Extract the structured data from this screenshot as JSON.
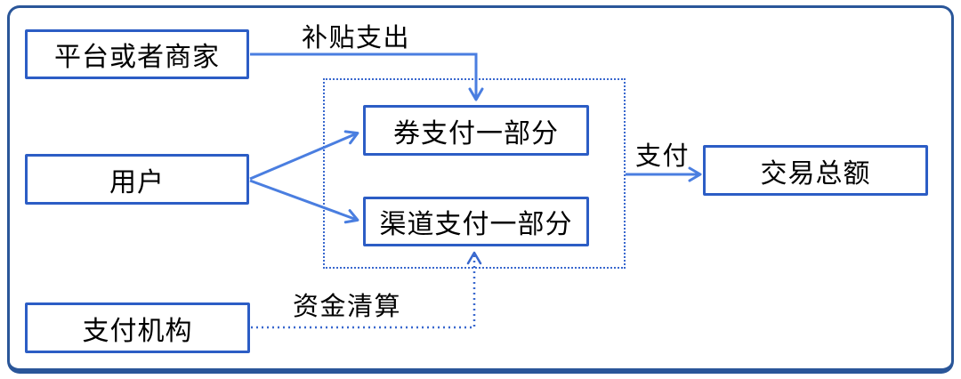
{
  "diagram": {
    "nodes": {
      "platform": {
        "label": "平台或者商家"
      },
      "user": {
        "label": "用户"
      },
      "payment_institution": {
        "label": "支付机构"
      },
      "coupon_part": {
        "label": "券支付一部分"
      },
      "channel_part": {
        "label": "渠道支付一部分"
      },
      "transaction_total": {
        "label": "交易总额"
      }
    },
    "edges": {
      "subsidy": {
        "label": "补贴支出",
        "from": "platform",
        "to": "coupon_part",
        "style": "solid"
      },
      "user_to_coupon": {
        "label": "",
        "from": "user",
        "to": "coupon_part",
        "style": "solid"
      },
      "user_to_channel": {
        "label": "",
        "from": "user",
        "to": "channel_part",
        "style": "solid"
      },
      "pay": {
        "label": "支付",
        "from": "payment_split_group",
        "to": "transaction_total",
        "style": "solid"
      },
      "settlement": {
        "label": "资金清算",
        "from": "payment_institution",
        "to": "channel_part",
        "style": "dotted"
      }
    },
    "colors": {
      "outer_border": "#2A5699",
      "node_border": "#2C5DC5",
      "connector": "#4A7EE0",
      "dotted": "#3968CE",
      "text": "#000000",
      "background": "#FFFFFF"
    }
  }
}
